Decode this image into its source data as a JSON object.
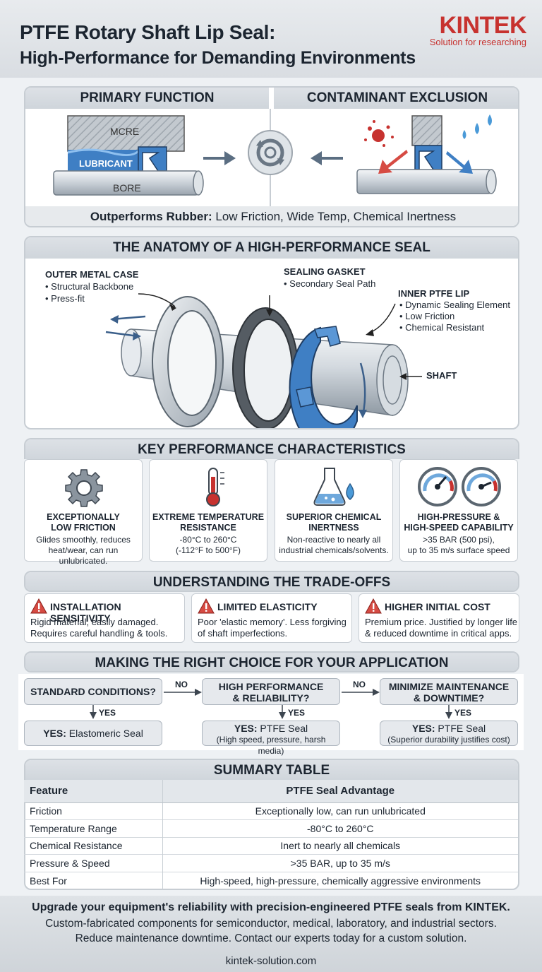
{
  "header": {
    "title_line1": "PTFE Rotary Shaft Lip Seal:",
    "title_line2": "High-Performance for Demanding Environments",
    "logo": "KINTEK",
    "logo_tagline": "Solution for researching"
  },
  "function_panel": {
    "left_title": "PRIMARY FUNCTION",
    "right_title": "CONTAMINANT EXCLUSION",
    "label_core": "MCRE",
    "label_lubricant": "LUBRICANT",
    "label_bore": "BORE",
    "summary_bold": "Outperforms Rubber:",
    "summary_rest": " Low Friction, Wide Temp, Chemical Inertness"
  },
  "anatomy": {
    "title": "THE ANATOMY OF A HIGH-PERFORMANCE SEAL",
    "case_title": "OUTER METAL CASE",
    "case_items": [
      "Structural Backbone",
      "Press-fit"
    ],
    "gasket_title": "SEALING GASKET",
    "gasket_items": [
      "Secondary Seal Path"
    ],
    "lip_title": "INNER PTFE LIP",
    "lip_items": [
      "Dynamic Sealing Element",
      "Low Friction",
      "Chemical Resistant"
    ],
    "shaft_label": "SHAFT"
  },
  "characteristics": {
    "title": "KEY PERFORMANCE CHARACTERISTICS",
    "cards": [
      {
        "title_l1": "EXCEPTIONALLY",
        "title_l2": "LOW FRICTION",
        "desc_l1": "Glides smoothly, reduces",
        "desc_l2": "heat/wear, can run unlubricated.",
        "icon": "gear-icon"
      },
      {
        "title_l1": "EXTREME TEMPERATURE",
        "title_l2": "RESISTANCE",
        "desc_l1": "-80°C to 260°C",
        "desc_l2": "(-112°F to 500°F)",
        "icon": "thermometer-icon"
      },
      {
        "title_l1": "SUPERIOR CHEMICAL",
        "title_l2": "INERTNESS",
        "desc_l1": "Non-reactive to nearly all",
        "desc_l2": "industrial chemicals/solvents.",
        "icon": "flask-icon"
      },
      {
        "title_l1": "HIGH-PRESSURE &",
        "title_l2": "HIGH-SPEED CAPABILITY",
        "desc_l1": ">35 BAR (500 psi),",
        "desc_l2": "up to 35 m/s surface speed",
        "icon": "gauge-icon"
      }
    ]
  },
  "tradeoffs": {
    "title": "UNDERSTANDING THE TRADE-OFFS",
    "items": [
      {
        "title": "INSTALLATION SENSITIVITY",
        "desc_l1": "Rigid material, easily damaged.",
        "desc_l2": "Requires careful handling & tools."
      },
      {
        "title": "LIMITED ELASTICITY",
        "desc_l1": "Poor 'elastic memory'. Less forgiving",
        "desc_l2": "of shaft imperfections."
      },
      {
        "title": "HIGHER INITIAL COST",
        "desc_l1": "Premium price. Justified by longer life",
        "desc_l2": "& reduced downtime in critical apps."
      }
    ]
  },
  "choice": {
    "title": "MAKING THE RIGHT CHOICE FOR YOUR APPLICATION",
    "q1": "STANDARD CONDITIONS?",
    "q2_l1": "HIGH PERFORMANCE",
    "q2_l2": "& RELIABILITY?",
    "q3_l1": "MINIMIZE MAINTENANCE",
    "q3_l2": "& DOWNTIME?",
    "no": "NO",
    "yes": "YES",
    "a1_bold": "YES:",
    "a1_rest": " Elastomeric Seal",
    "a2_bold": "YES:",
    "a2_rest": " PTFE Seal",
    "a2_sub": "(High speed, pressure, harsh media)",
    "a3_bold": "YES:",
    "a3_rest": " PTFE Seal",
    "a3_sub": "(Superior durability justifies cost)"
  },
  "summary": {
    "title": "SUMMARY TABLE",
    "headers": [
      "Feature",
      "PTFE Seal Advantage"
    ],
    "rows": [
      [
        "Friction",
        "Exceptionally low, can run unlubricated"
      ],
      [
        "Temperature Range",
        "-80°C to 260°C"
      ],
      [
        "Chemical Resistance",
        "Inert to nearly all chemicals"
      ],
      [
        "Pressure & Speed",
        ">35 BAR, up to 35 m/s"
      ],
      [
        "Best For",
        "High-speed, high-pressure, chemically aggressive environments"
      ]
    ]
  },
  "footer": {
    "cta_bold": "Upgrade your equipment's reliability with precision-engineered PTFE seals from KINTEK.",
    "line1": "Custom-fabricated components for semiconductor, medical, laboratory, and industrial sectors.",
    "line2": "Reduce maintenance downtime. Contact our experts today for a custom solution.",
    "url": "kintek-solution.com"
  },
  "colors": {
    "brand_red": "#c7322f",
    "ptfe_blue": "#3f7fc4",
    "dark_text": "#1c2530"
  }
}
